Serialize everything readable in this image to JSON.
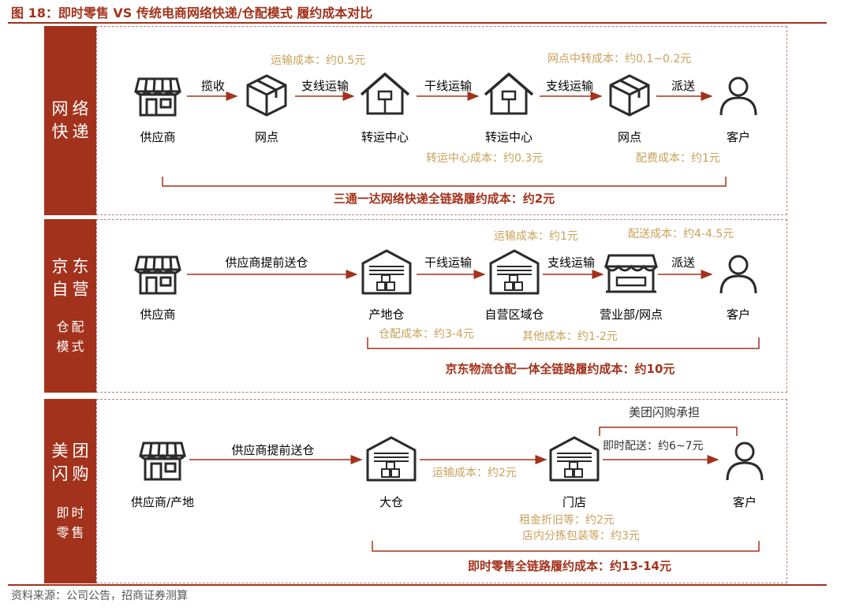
{
  "title": "图 18：即时零售 VS 传统电商网络快递/仓配模式 履约成本对比",
  "colors": {
    "accent": "#a3321c",
    "cost": "#c9a15a",
    "icon": "#2b2b2b"
  },
  "source": "资料来源：公司公告，招商证券测算",
  "panels": [
    {
      "label_main": [
        "网络",
        "快递"
      ],
      "label_sub": [],
      "nodes": [
        {
          "label": "供应商",
          "icon": "store-icon"
        },
        {
          "label": "网点",
          "icon": "box-icon"
        },
        {
          "label": "转运中心",
          "icon": "transit-house-icon"
        },
        {
          "label": "转运中心",
          "icon": "transit-house-icon"
        },
        {
          "label": "网点",
          "icon": "box-icon"
        },
        {
          "label": "客户",
          "icon": "customer-icon"
        }
      ],
      "arrows": [
        "揽收",
        "支线运输",
        "干线运输",
        "支线运输",
        "派送"
      ],
      "costs": [
        "运输成本：约0.5元",
        "网点中转成本：约0.1~0.2元",
        "转运中心成本：约0.3元",
        "配费成本：约1元"
      ],
      "total": "三通一达网络快递全链路履约成本：约2元"
    },
    {
      "label_main": [
        "京东",
        "自营"
      ],
      "label_sub": [
        "仓配",
        "模式"
      ],
      "nodes": [
        {
          "label": "供应商",
          "icon": "store-icon"
        },
        {
          "label": "产地仓",
          "icon": "warehouse-icon"
        },
        {
          "label": "自营区域仓",
          "icon": "warehouse-icon"
        },
        {
          "label": "营业部/网点",
          "icon": "shop-awning-icon"
        },
        {
          "label": "客户",
          "icon": "customer-icon"
        }
      ],
      "arrows": [
        "供应商提前送仓",
        "干线运输",
        "支线运输",
        "派送"
      ],
      "costs": [
        "运输成本：约1元",
        "配送成本：约4-4.5元",
        "仓配成本：约3-4元",
        "其他成本：约1-2元"
      ],
      "total": "京东物流仓配一体全链路履约成本：约10元"
    },
    {
      "label_main": [
        "美团",
        "闪购"
      ],
      "label_sub": [
        "即时",
        "零售"
      ],
      "nodes": [
        {
          "label": "供应商/产地",
          "icon": "store-icon"
        },
        {
          "label": "大仓",
          "icon": "warehouse-icon"
        },
        {
          "label": "门店",
          "icon": "warehouse-icon"
        },
        {
          "label": "客户",
          "icon": "customer-icon"
        }
      ],
      "arrows": [
        "供应商提前送仓"
      ],
      "bracket_label": "美团闪购承担",
      "costs": [
        "运输成本：约2元",
        "即时配送：约6~7元",
        "租金折旧等：约2元",
        "店内分拣包装等：约3元"
      ],
      "total": "即时零售全链路履约成本：约13-14元"
    }
  ]
}
